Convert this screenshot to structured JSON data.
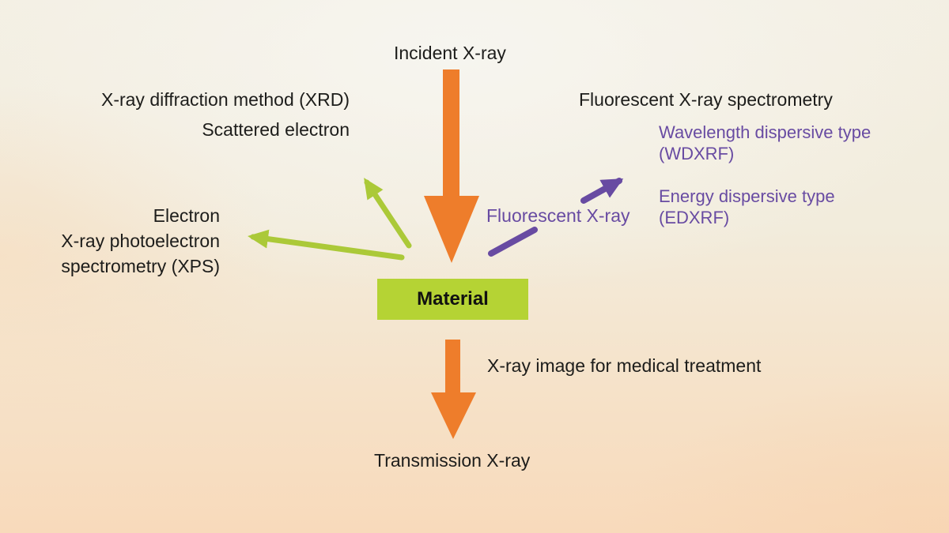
{
  "colors": {
    "orange": "#ee7d2b",
    "green": "#abc938",
    "green_box": "#b5d334",
    "purple": "#684ba2",
    "text": "#1d1d1b",
    "background_top": "#f3efe3",
    "background_bottom": "#f8dabb"
  },
  "labels": {
    "incident": "Incident X-ray",
    "material": "Material",
    "transmission": "Transmission X-ray",
    "medical": "X-ray image for medical treatment",
    "fluorescent_xray": "Fluorescent X-ray",
    "xrd": "X-ray diffraction method (XRD)",
    "scattered_electron": "Scattered electron",
    "electron": "Electron",
    "xps_line1": "X-ray photoelectron",
    "xps_line2": "spectrometry (XPS)",
    "fluorescent_spectrometry": "Fluorescent X-ray spectrometry",
    "wdxrf_line1": "Wavelength dispersive type",
    "wdxrf_line2": "(WDXRF)",
    "edxrf_line1": "Energy dispersive type",
    "edxrf_line2": "(EDXRF)"
  }
}
